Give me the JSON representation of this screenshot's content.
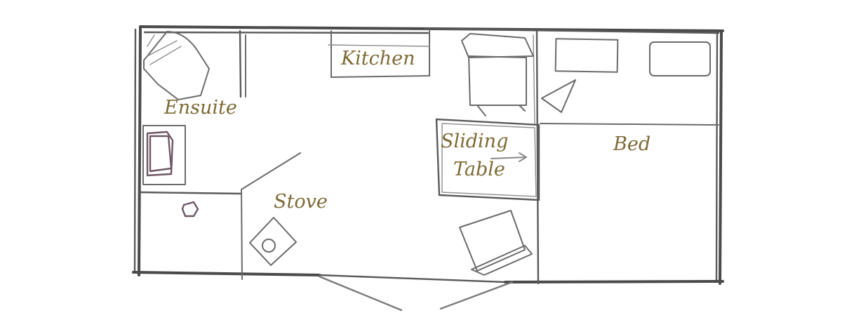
{
  "floor_plan": {
    "labels": {
      "ensuite": "Ensuite",
      "kitchen": "Kitchen",
      "sliding_table_line1": "Sliding",
      "sliding_table_line2": "Table",
      "bed": "Bed",
      "stove": "Stove"
    },
    "colors": {
      "wall": "#4a4a4a",
      "sketch": "#6b6b6b",
      "label_text": "#7d6a35",
      "fixture": "#6e5766"
    }
  }
}
